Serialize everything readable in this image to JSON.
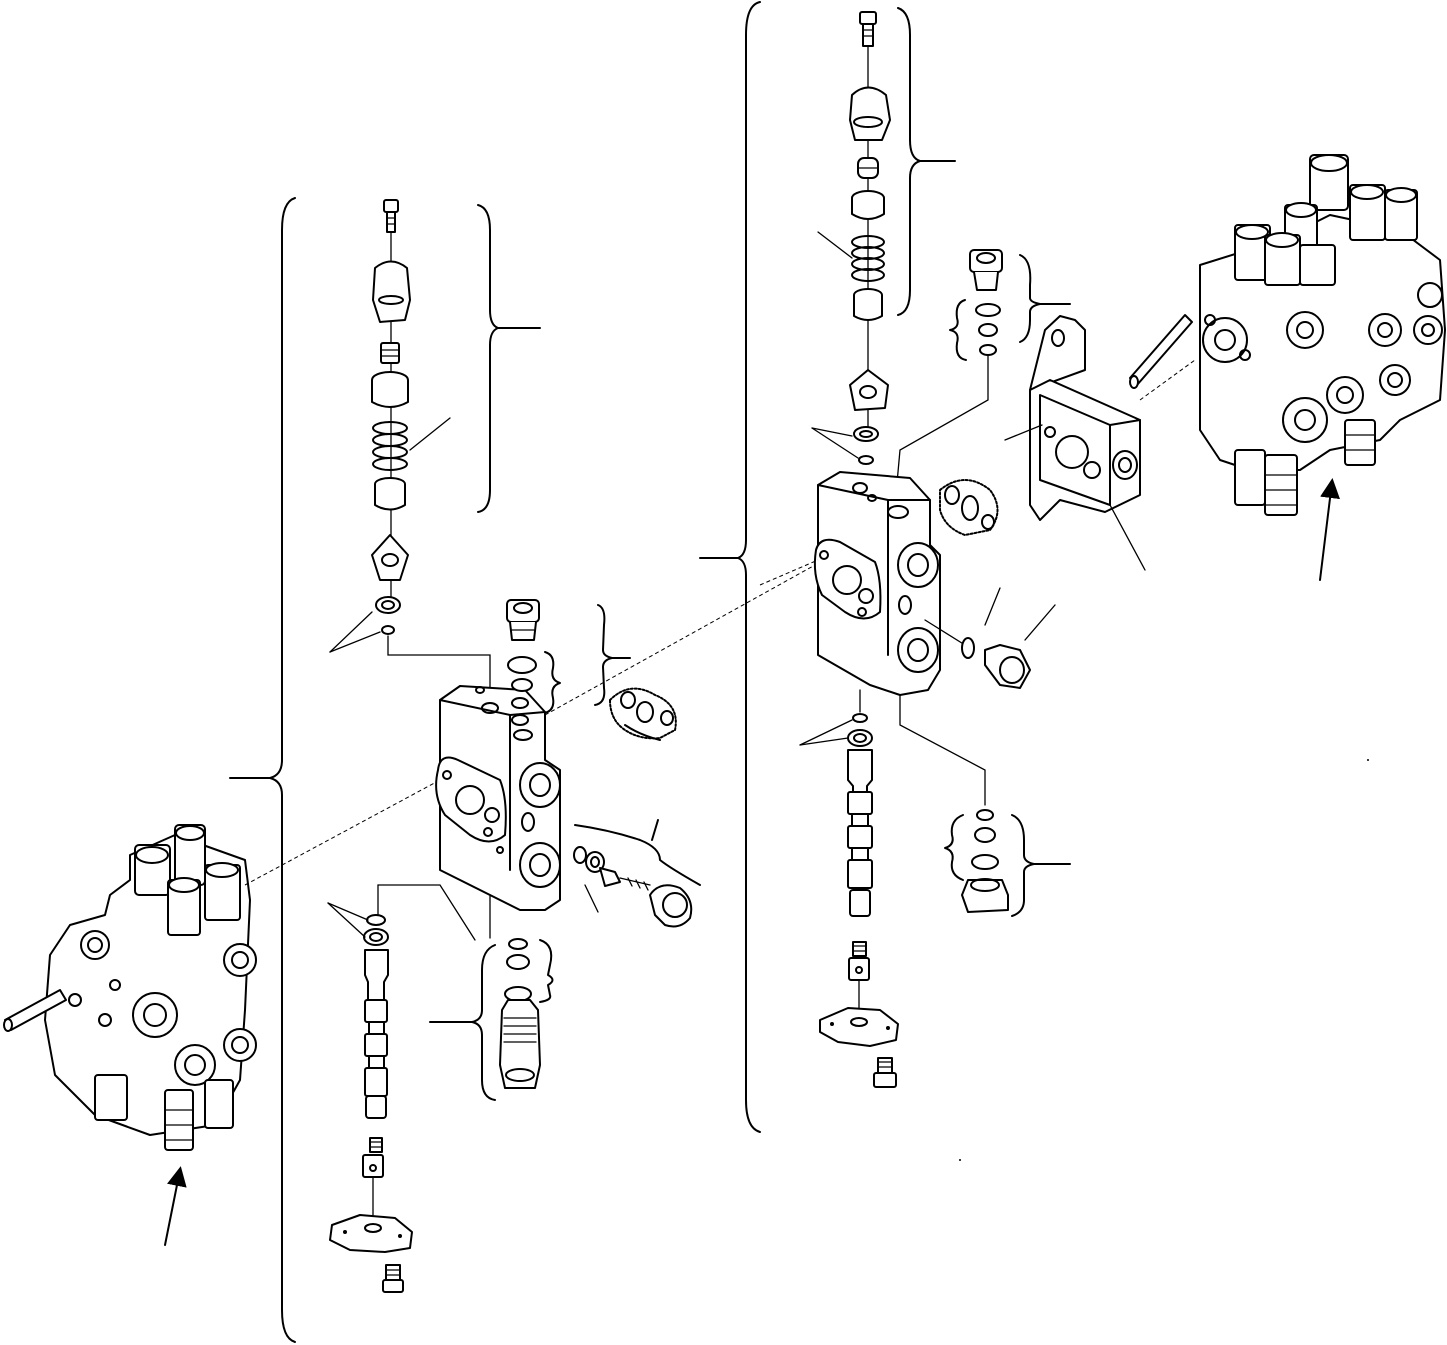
{
  "diagram": {
    "type": "exploded-parts-view",
    "labels": [],
    "assemblies": [
      "control-valve-assembly-left",
      "valve-section-left",
      "valve-section-right",
      "control-valve-assembly-right"
    ]
  }
}
